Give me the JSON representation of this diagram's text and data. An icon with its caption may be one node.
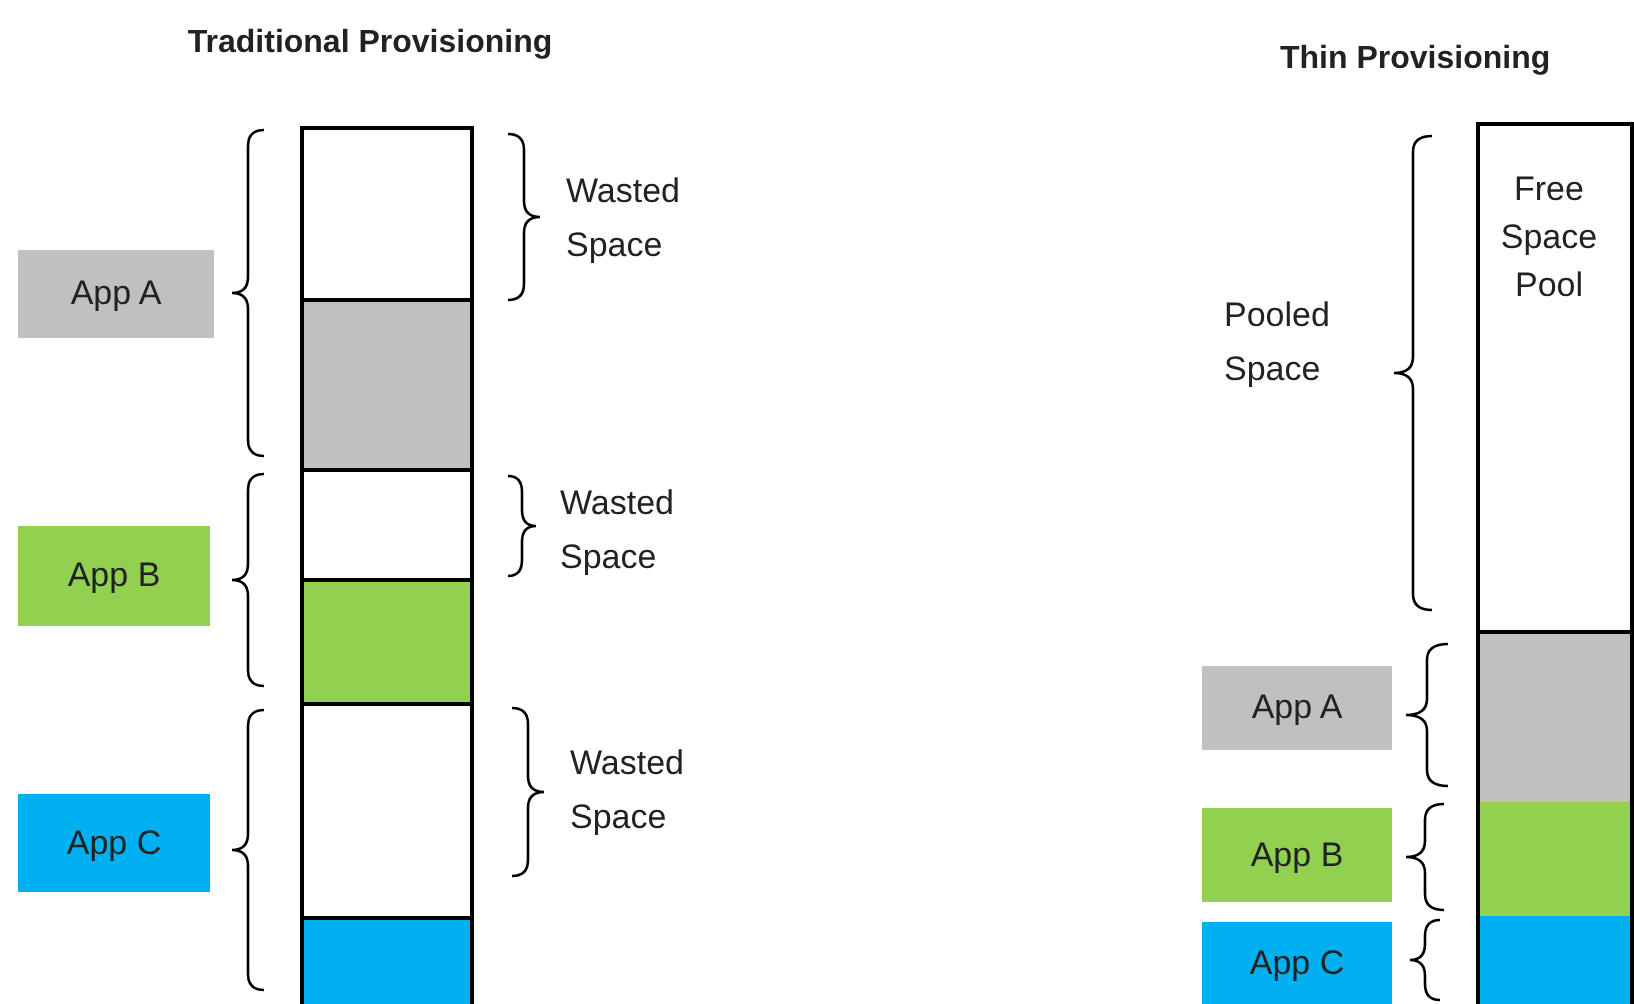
{
  "diagram": {
    "nodes": [
      {
        "text": [
          "App A"
        ]
      },
      {
        "text": [
          "App B"
        ]
      },
      {
        "text": [
          "App C"
        ]
      },
      {
        "text": [],
        "shape": "bar"
      },
      {
        "text": [],
        "shape": "bar"
      },
      {
        "text": [],
        "shape": "bar"
      },
      {
        "text": [],
        "shape": "bar"
      },
      {
        "text": [],
        "shape": "bar"
      },
      {
        "text": [],
        "shape": "bar"
      },
      {
        "text": [
          "Free Space Pool"
        ]
      },
      {
        "text": [],
        "shape": "bar"
      },
      {
        "text": [],
        "shape": "bar"
      },
      {
        "text": [],
        "shape": "bar"
      },
      {
        "text": [
          "App A"
        ]
      },
      {
        "text": [
          "App B"
        ]
      },
      {
        "text": [
          "App C"
        ]
      }
    ],
    "edges": [],
    "labels": [
      "Traditional Provisioning",
      "Thin Provisioning",
      "Wasted Space",
      "Wasted Space",
      "Pooled Space",
      "Wasted Space"
    ]
  }
}
